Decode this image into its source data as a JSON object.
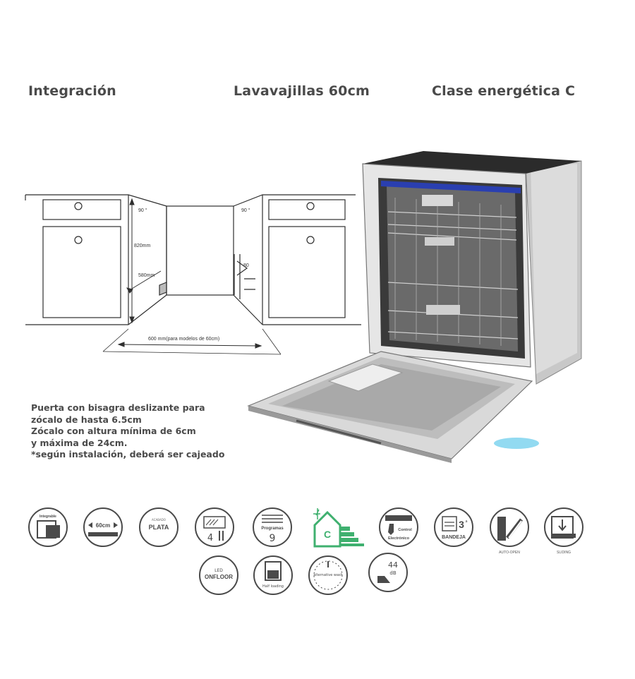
{
  "headings": {
    "integration": "Integración",
    "product": "Lavavajillas 60cm",
    "energy_class": "Clase energética C"
  },
  "diagram": {
    "angle_left": "90 °",
    "angle_right": "90 °",
    "height_label": "820mm",
    "depth_label": "580mm",
    "plinth_label": "80",
    "width_label": "600 mm(para modelos de 60cm)"
  },
  "notes": [
    "Puerta con bisagra deslizante para",
    "zócalo de hasta 6.5cm",
    "Zócalo con altura mínima de 6cm",
    "y máxima de 24cm.",
    "*según instalación, deberá ser cajeado"
  ],
  "features": {
    "integrable": "Integrable",
    "width_60": "60cm",
    "plata_top": "ACABADO",
    "plata": "PLATA",
    "programs_label": "Programas",
    "programs_value": "9",
    "temps_value": "4",
    "energy_letter": "C",
    "control_label": "Control",
    "control_sub": "Electrónico",
    "trays_value": "3",
    "trays_unit": "a",
    "trays_label": "BANDEJA",
    "auto_open": "AUTO-OPEN",
    "sliding": "SLIDING",
    "led_top": "LED",
    "led_label": "ONFLOOR",
    "half_load": "Half loading",
    "alt_wash": "alternative wash",
    "noise_value": "44",
    "noise_unit": "dB"
  },
  "colors": {
    "icon_stroke": "#4a4a4a",
    "energy_green": "#3fb06f",
    "basket_blue": "#2a3fb0",
    "floor_glow": "#7fd3ef"
  }
}
